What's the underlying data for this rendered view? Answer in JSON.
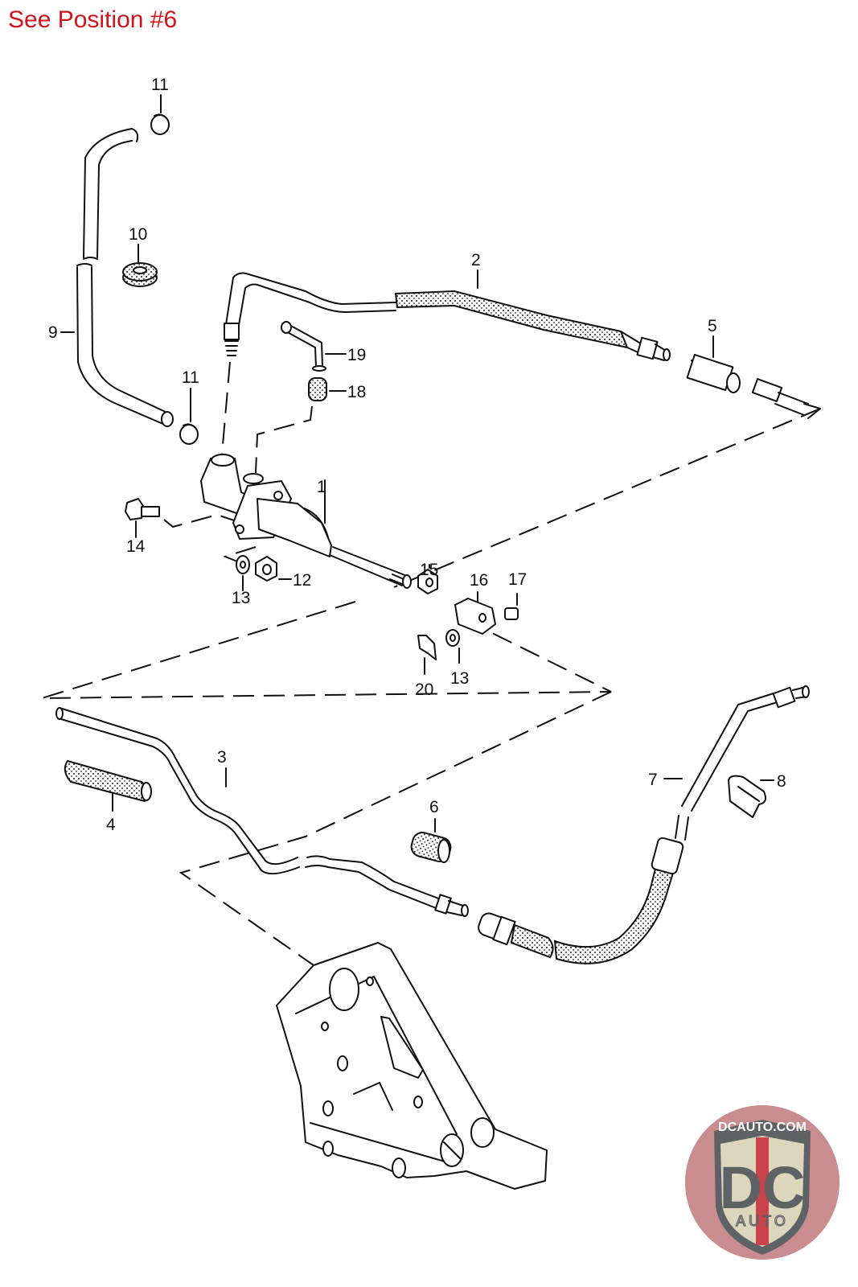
{
  "header": {
    "link_text": "See Position #6",
    "color": "#d2141a"
  },
  "diagram": {
    "title": "Clutch master cylinder and hydraulic lines - exploded parts diagram",
    "callouts": [
      {
        "id": "c1",
        "label": "1"
      },
      {
        "id": "c2",
        "label": "2"
      },
      {
        "id": "c3",
        "label": "3"
      },
      {
        "id": "c4",
        "label": "4"
      },
      {
        "id": "c5",
        "label": "5"
      },
      {
        "id": "c6",
        "label": "6"
      },
      {
        "id": "c7",
        "label": "7"
      },
      {
        "id": "c8",
        "label": "8"
      },
      {
        "id": "c9",
        "label": "9"
      },
      {
        "id": "c10",
        "label": "10"
      },
      {
        "id": "c11a",
        "label": "11"
      },
      {
        "id": "c11b",
        "label": "11"
      },
      {
        "id": "c12",
        "label": "12"
      },
      {
        "id": "c13a",
        "label": "13"
      },
      {
        "id": "c13b",
        "label": "13"
      },
      {
        "id": "c14",
        "label": "14"
      },
      {
        "id": "c15",
        "label": "15"
      },
      {
        "id": "c16",
        "label": "16"
      },
      {
        "id": "c17",
        "label": "17"
      },
      {
        "id": "c18",
        "label": "18"
      },
      {
        "id": "c19",
        "label": "19"
      },
      {
        "id": "c20",
        "label": "20"
      }
    ]
  },
  "logo": {
    "top_text": "DCAUTO.COM",
    "main_text": "DC",
    "sub_text": "AUTO",
    "colors": {
      "circle": "#c98d8f",
      "shield": "#dcd6bd",
      "letters": "#5e6265",
      "stripe": "#c9434a"
    }
  }
}
